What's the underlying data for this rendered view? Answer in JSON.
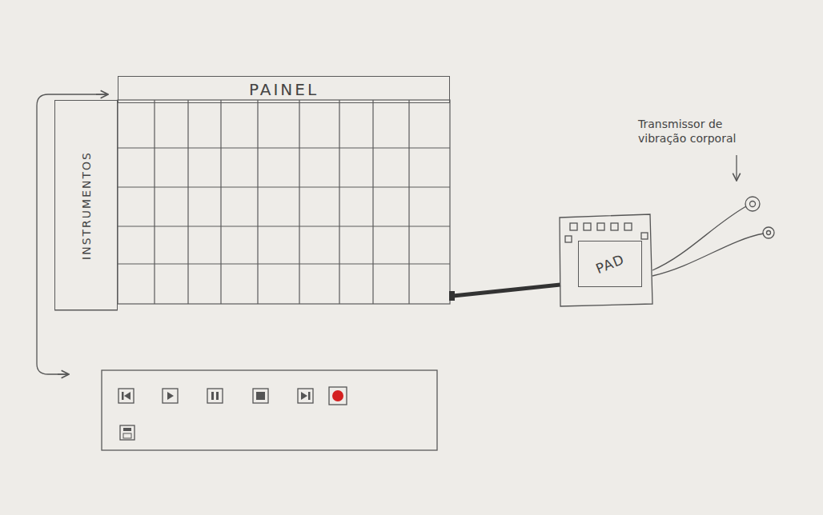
{
  "diagram": {
    "nodes": [
      {
        "text": [
          "PAINEL"
        ]
      },
      {
        "text": [
          "INSTRUMENTOS"
        ]
      },
      {
        "text": [
          "PAD"
        ]
      }
    ],
    "labels": [
      "Transmissor de vibração corporal"
    ]
  }
}
